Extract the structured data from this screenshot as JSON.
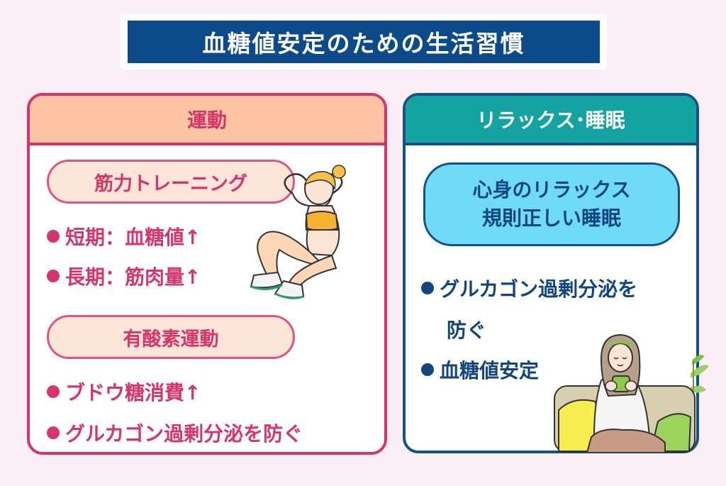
{
  "title": "血糖値安定のための生活習慣",
  "left": {
    "header": "運動",
    "strength": {
      "label": "筋力トレーニング",
      "items": [
        "短期：血糖値↑",
        "長期：筋肉量↑"
      ]
    },
    "aerobic": {
      "label": "有酸素運動",
      "items": [
        "ブドウ糖消費↑",
        "グルカゴン過剰分泌を防ぐ"
      ]
    }
  },
  "right": {
    "header": "リラックス･睡眠",
    "pill_line1": "心身のリラックス",
    "pill_line2": "規則正しい睡眠",
    "item1_line1": "グルカゴン過剰分泌を",
    "item1_line2": "防ぐ",
    "item2": "血糖値安定"
  },
  "icons": [
    "woman-situp-illustration",
    "woman-relaxing-tea-illustration"
  ],
  "colors": {
    "navy": "#0d4a8a",
    "pink": "#d6356b",
    "peach": "#fdc5a4",
    "teal": "#15a3a2",
    "sky": "#70dbf6"
  }
}
